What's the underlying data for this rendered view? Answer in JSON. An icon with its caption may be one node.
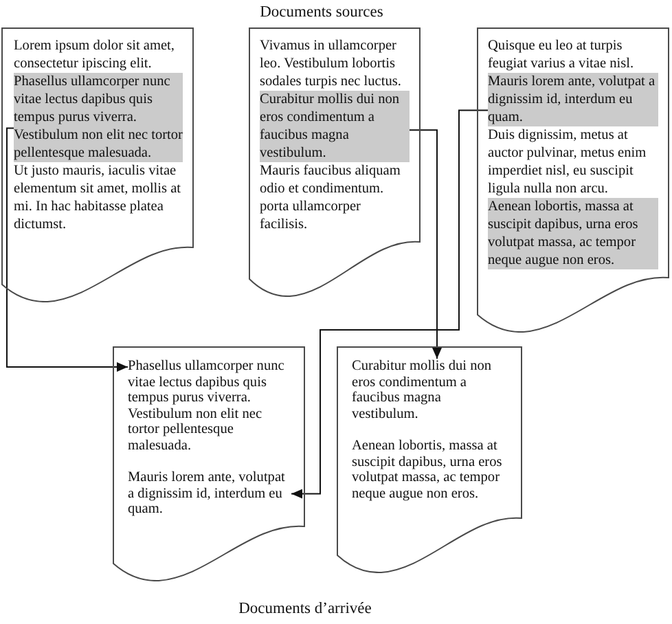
{
  "diagram": {
    "nodes": [
      {
        "text": [
          "Lorem ipsum dolor sit amet, consectetur ipiscing elit.",
          "Ut justo mauris, iaculis vitae elementum sit amet, mollis at mi. In hac habitasse platea dictumst."
        ]
      },
      {
        "text": [
          "Phasellus ullamcorper nunc vitae lectus dapibus quis tempus purus viverra. Vestibulum non elit nec tortor pellentesque malesuada."
        ],
        "in": 0
      },
      {
        "text": [
          "Vivamus in ullamcorper leo. Vestibulum lobortis sodales turpis nec luctus.",
          "Mauris faucibus aliquam odio et condimentum. porta ullamcorper facilisis."
        ]
      },
      {
        "text": [
          "Curabitur mollis dui non eros condimentum a faucibus magna vestibulum."
        ],
        "in": 2
      },
      {
        "text": [
          "Quisque eu leo at turpis feugiat varius a vitae nisl.",
          "Duis dignissim, metus at auctor pulvinar, metus enim imperdiet nisl, eu suscipit ligula nulla non arcu."
        ]
      },
      {
        "text": [
          "Mauris lorem ante, volutpat a dignissim id, interdum eu quam."
        ],
        "in": 4
      },
      {
        "text": [
          "Aenean lobortis, massa at suscipit dapibus, urna eros volutpat massa, ac tempor neque augue non eros."
        ],
        "in": 4
      },
      {
        "text": [],
        "shape": "document"
      },
      {
        "text": [
          "Phasellus ullamcorper nunc vitae lectus dapibus quis tempus purus viverra. Vestibulum non elit nec tortor pellentesque malesuada."
        ],
        "in": 7
      },
      {
        "text": [
          "Mauris lorem ante, volutpat a dignissim id, interdum eu quam."
        ],
        "in": 7
      },
      {
        "text": [
          "Aenean lobortis, massa at suscipit dapibus, urna eros volutpat massa, ac tempor neque augue non eros."
        ]
      },
      {
        "text": [
          "Curabitur mollis dui non eros condimentum a faucibus magna vestibulum."
        ],
        "in": 10
      }
    ],
    "edges": [
      {
        "from": 1,
        "to": 8,
        "arrow": "to"
      },
      {
        "from": 3,
        "to": 11,
        "arrow": "to"
      },
      {
        "from": 5,
        "to": 9,
        "arrow": "to"
      }
    ],
    "labels": [
      "Documents sources",
      "Documents d’arrivée"
    ]
  }
}
